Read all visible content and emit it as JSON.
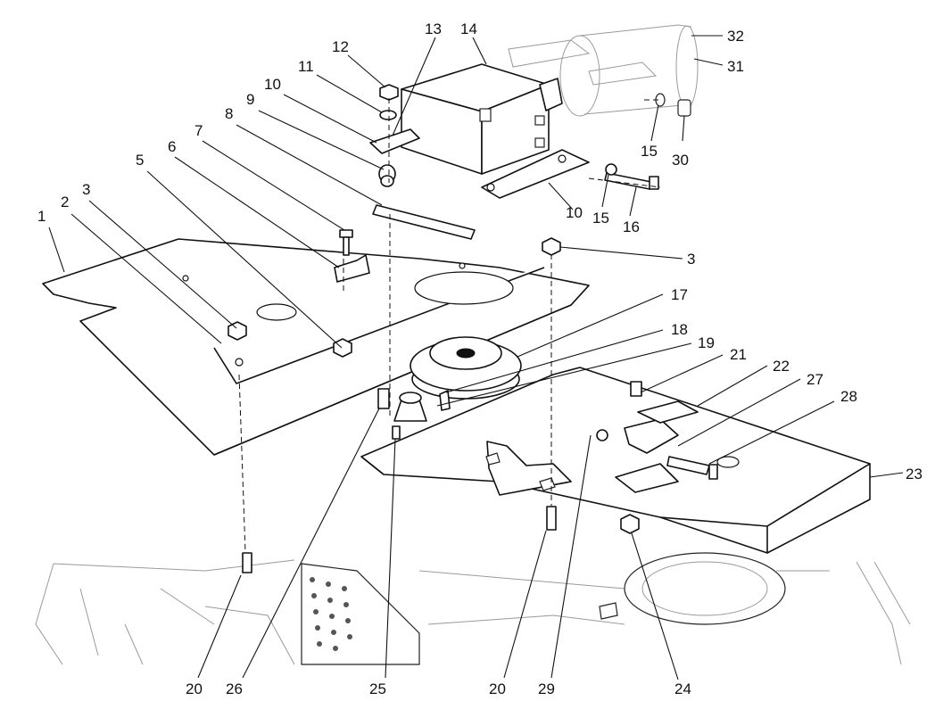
{
  "callouts": {
    "c1": "1",
    "c2": "2",
    "c3a": "3",
    "c3b": "3",
    "c5": "5",
    "c6": "6",
    "c7": "7",
    "c8": "8",
    "c9": "9",
    "c10a": "10",
    "c10b": "10",
    "c11": "11",
    "c12": "12",
    "c13": "13",
    "c14": "14",
    "c15a": "15",
    "c15b": "15",
    "c16": "16",
    "c17": "17",
    "c18": "18",
    "c19": "19",
    "c20a": "20",
    "c20b": "20",
    "c21": "21",
    "c22": "22",
    "c23": "23",
    "c24": "24",
    "c25": "25",
    "c26": "26",
    "c27": "27",
    "c28": "28",
    "c29": "29",
    "c30": "30",
    "c31": "31",
    "c32": "32"
  }
}
